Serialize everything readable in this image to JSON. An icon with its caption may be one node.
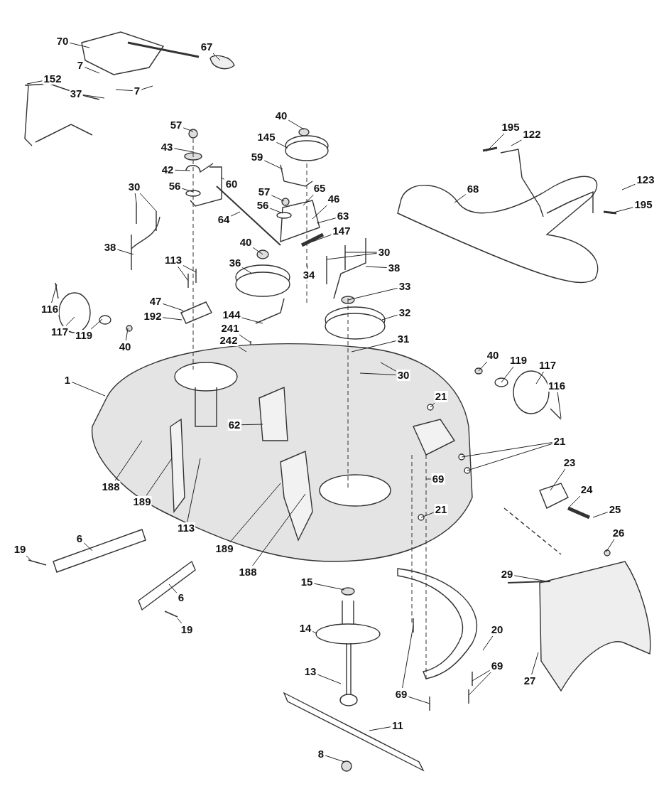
{
  "diagram": {
    "nodes": [
      {
        "text": [
          "70"
        ]
      },
      {
        "text": [
          "67"
        ]
      },
      {
        "text": [
          "7"
        ]
      },
      {
        "text": [
          "152"
        ]
      },
      {
        "text": [
          "7"
        ]
      },
      {
        "text": [
          "37"
        ]
      },
      {
        "text": [
          "40"
        ]
      },
      {
        "text": [
          "57"
        ]
      },
      {
        "text": [
          "195"
        ]
      },
      {
        "text": [
          "145"
        ]
      },
      {
        "text": [
          "122"
        ]
      },
      {
        "text": [
          "43"
        ]
      },
      {
        "text": [
          "42"
        ]
      },
      {
        "text": [
          "59"
        ]
      },
      {
        "text": [
          "56"
        ]
      },
      {
        "text": [
          "60"
        ]
      },
      {
        "text": [
          "30"
        ]
      },
      {
        "text": [
          "68"
        ]
      },
      {
        "text": [
          "57"
        ]
      },
      {
        "text": [
          "65"
        ]
      },
      {
        "text": [
          "46"
        ]
      },
      {
        "text": [
          "56"
        ]
      },
      {
        "text": [
          "64"
        ]
      },
      {
        "text": [
          "123"
        ]
      },
      {
        "text": [
          "195"
        ]
      },
      {
        "text": [
          "63"
        ]
      },
      {
        "text": [
          "147"
        ]
      },
      {
        "text": [
          "38"
        ]
      },
      {
        "text": [
          "40"
        ]
      },
      {
        "text": [
          "30"
        ]
      },
      {
        "text": [
          "38"
        ]
      },
      {
        "text": [
          "36"
        ]
      },
      {
        "text": [
          "113"
        ]
      },
      {
        "text": [
          "34"
        ]
      },
      {
        "text": [
          "33"
        ]
      },
      {
        "text": [
          "116"
        ]
      },
      {
        "text": [
          "47"
        ]
      },
      {
        "text": [
          "32"
        ]
      },
      {
        "text": [
          "192"
        ]
      },
      {
        "text": [
          "144"
        ]
      },
      {
        "text": [
          "117"
        ]
      },
      {
        "text": [
          "119"
        ]
      },
      {
        "text": [
          "40"
        ]
      },
      {
        "text": [
          "241"
        ]
      },
      {
        "text": [
          "31"
        ]
      },
      {
        "text": [
          "242"
        ]
      },
      {
        "text": [
          "30"
        ]
      },
      {
        "text": [
          "40"
        ]
      },
      {
        "text": [
          "119"
        ]
      },
      {
        "text": [
          "117"
        ]
      },
      {
        "text": [
          "1"
        ]
      },
      {
        "text": [
          "116"
        ]
      },
      {
        "text": [
          "21"
        ]
      },
      {
        "text": [
          "62"
        ]
      },
      {
        "text": [
          "21"
        ]
      },
      {
        "text": [
          "69"
        ]
      },
      {
        "text": [
          "23"
        ]
      },
      {
        "text": [
          "188"
        ]
      },
      {
        "text": [
          "189"
        ]
      },
      {
        "text": [
          "24"
        ]
      },
      {
        "text": [
          "21"
        ]
      },
      {
        "text": [
          "25"
        ]
      },
      {
        "text": [
          "113"
        ]
      },
      {
        "text": [
          "189"
        ]
      },
      {
        "text": [
          "26"
        ]
      },
      {
        "text": [
          "188"
        ]
      },
      {
        "text": [
          "6"
        ]
      },
      {
        "text": [
          "19"
        ]
      },
      {
        "text": [
          "15"
        ]
      },
      {
        "text": [
          "29"
        ]
      },
      {
        "text": [
          "6"
        ]
      },
      {
        "text": [
          "20"
        ]
      },
      {
        "text": [
          "14"
        ]
      },
      {
        "text": [
          "19"
        ]
      },
      {
        "text": [
          "69"
        ]
      },
      {
        "text": [
          "27"
        ]
      },
      {
        "text": [
          "13"
        ]
      },
      {
        "text": [
          "69"
        ]
      },
      {
        "text": [
          "11"
        ]
      },
      {
        "text": [
          "8"
        ]
      }
    ],
    "edges": [
      {
        "from": 0,
        "to": null,
        "arrow": "none"
      },
      {
        "from": 1,
        "to": null,
        "arrow": "none"
      },
      {
        "from": 2,
        "to": null,
        "arrow": "none"
      },
      {
        "from": 3,
        "to": null,
        "arrow": "none"
      },
      {
        "from": 4,
        "to": null,
        "arrow": "none"
      },
      {
        "from": 4,
        "to": null,
        "arrow": "none"
      },
      {
        "from": 5,
        "to": null,
        "arrow": "none"
      },
      {
        "from": 6,
        "to": null,
        "arrow": "none"
      },
      {
        "from": 7,
        "to": null,
        "arrow": "none"
      },
      {
        "from": 8,
        "to": null,
        "arrow": "none"
      },
      {
        "from": 9,
        "to": null,
        "arrow": "none"
      },
      {
        "from": 10,
        "to": null,
        "arrow": "none"
      },
      {
        "from": 11,
        "to": null,
        "arrow": "none"
      },
      {
        "from": 12,
        "to": null,
        "arrow": "none"
      },
      {
        "from": 13,
        "to": null,
        "arrow": "none"
      },
      {
        "from": 14,
        "to": null,
        "arrow": "none"
      },
      {
        "from": 15,
        "to": null,
        "arrow": "none"
      },
      {
        "from": 16,
        "to": null,
        "arrow": "none"
      },
      {
        "from": 16,
        "to": null,
        "arrow": "none"
      },
      {
        "from": 17,
        "to": null,
        "arrow": "none"
      },
      {
        "from": 18,
        "to": null,
        "arrow": "none"
      },
      {
        "from": 19,
        "to": null,
        "arrow": "none"
      },
      {
        "from": 20,
        "to": null,
        "arrow": "none"
      },
      {
        "from": 21,
        "to": null,
        "arrow": "none"
      },
      {
        "from": 22,
        "to": null,
        "arrow": "none"
      },
      {
        "from": 23,
        "to": null,
        "arrow": "none"
      },
      {
        "from": 24,
        "to": null,
        "arrow": "none"
      },
      {
        "from": 25,
        "to": null,
        "arrow": "none"
      },
      {
        "from": 26,
        "to": null,
        "arrow": "none"
      },
      {
        "from": 27,
        "to": null,
        "arrow": "none"
      },
      {
        "from": 28,
        "to": null,
        "arrow": "none"
      },
      {
        "from": 29,
        "to": null,
        "arrow": "none"
      },
      {
        "from": 29,
        "to": null,
        "arrow": "none"
      },
      {
        "from": 30,
        "to": null,
        "arrow": "none"
      },
      {
        "from": 31,
        "to": null,
        "arrow": "none"
      },
      {
        "from": 32,
        "to": null,
        "arrow": "none"
      },
      {
        "from": 32,
        "to": null,
        "arrow": "none"
      },
      {
        "from": 33,
        "to": null,
        "arrow": "none"
      },
      {
        "from": 34,
        "to": null,
        "arrow": "none"
      },
      {
        "from": 35,
        "to": null,
        "arrow": "none"
      },
      {
        "from": 36,
        "to": null,
        "arrow": "none"
      },
      {
        "from": 37,
        "to": null,
        "arrow": "none"
      },
      {
        "from": 38,
        "to": null,
        "arrow": "none"
      },
      {
        "from": 39,
        "to": null,
        "arrow": "none"
      },
      {
        "from": 40,
        "to": null,
        "arrow": "none"
      },
      {
        "from": 41,
        "to": null,
        "arrow": "none"
      },
      {
        "from": 42,
        "to": null,
        "arrow": "none"
      },
      {
        "from": 43,
        "to": null,
        "arrow": "none"
      },
      {
        "from": 44,
        "to": null,
        "arrow": "none"
      },
      {
        "from": 45,
        "to": null,
        "arrow": "none"
      },
      {
        "from": 46,
        "to": null,
        "arrow": "none"
      },
      {
        "from": 46,
        "to": null,
        "arrow": "none"
      },
      {
        "from": 47,
        "to": null,
        "arrow": "none"
      },
      {
        "from": 48,
        "to": null,
        "arrow": "none"
      },
      {
        "from": 49,
        "to": null,
        "arrow": "none"
      },
      {
        "from": 50,
        "to": null,
        "arrow": "none"
      },
      {
        "from": 51,
        "to": null,
        "arrow": "none"
      },
      {
        "from": 52,
        "to": null,
        "arrow": "none"
      },
      {
        "from": 53,
        "to": null,
        "arrow": "none"
      },
      {
        "from": 54,
        "to": null,
        "arrow": "none"
      },
      {
        "from": 54,
        "to": null,
        "arrow": "none"
      },
      {
        "from": 55,
        "to": null,
        "arrow": "none"
      },
      {
        "from": 56,
        "to": null,
        "arrow": "none"
      },
      {
        "from": 57,
        "to": null,
        "arrow": "none"
      },
      {
        "from": 58,
        "to": null,
        "arrow": "none"
      },
      {
        "from": 59,
        "to": null,
        "arrow": "none"
      },
      {
        "from": 60,
        "to": null,
        "arrow": "none"
      },
      {
        "from": 61,
        "to": null,
        "arrow": "none"
      },
      {
        "from": 62,
        "to": null,
        "arrow": "none"
      },
      {
        "from": 63,
        "to": null,
        "arrow": "none"
      },
      {
        "from": 64,
        "to": null,
        "arrow": "none"
      },
      {
        "from": 65,
        "to": null,
        "arrow": "none"
      },
      {
        "from": 66,
        "to": null,
        "arrow": "none"
      },
      {
        "from": 67,
        "to": null,
        "arrow": "none"
      },
      {
        "from": 68,
        "to": null,
        "arrow": "none"
      },
      {
        "from": 69,
        "to": null,
        "arrow": "none"
      },
      {
        "from": 70,
        "to": null,
        "arrow": "none"
      },
      {
        "from": 71,
        "to": null,
        "arrow": "none"
      },
      {
        "from": 72,
        "to": null,
        "arrow": "none"
      },
      {
        "from": 73,
        "to": null,
        "arrow": "none"
      },
      {
        "from": 74,
        "to": null,
        "arrow": "none"
      },
      {
        "from": 74,
        "to": null,
        "arrow": "none"
      },
      {
        "from": 75,
        "to": null,
        "arrow": "none"
      },
      {
        "from": 76,
        "to": null,
        "arrow": "none"
      },
      {
        "from": 77,
        "to": null,
        "arrow": "none"
      },
      {
        "from": 77,
        "to": null,
        "arrow": "none"
      },
      {
        "from": 78,
        "to": null,
        "arrow": "none"
      },
      {
        "from": 79,
        "to": null,
        "arrow": "none"
      }
    ]
  }
}
